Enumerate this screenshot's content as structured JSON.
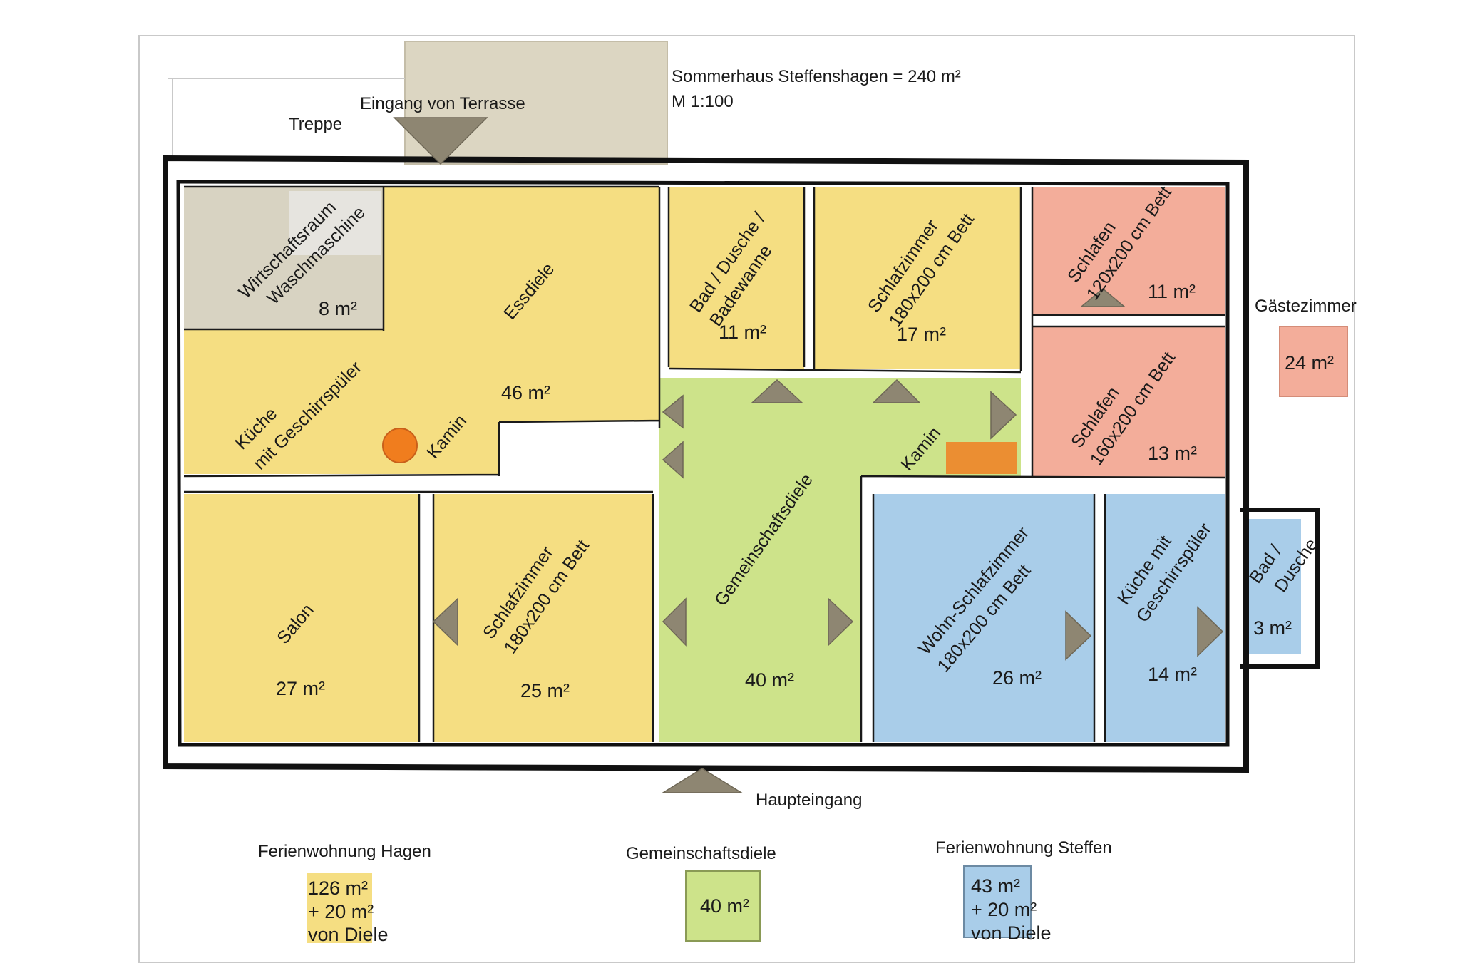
{
  "title": "Sommerhaus Steffenshagen = 240 m²",
  "scale": "M 1:100",
  "colors": {
    "hagen": "#f5de82",
    "shared": "#cde38a",
    "steffen": "#a9cde9",
    "guest": "#f3ad9a",
    "utility": "#d8d3c2",
    "terrace": "#dcd6c2",
    "arrow": "#8e8672",
    "fireplace_round": "#f07d1e",
    "fireplace_rect": "#eb8e32",
    "wall": "#111111"
  },
  "labels": {
    "treppe": "Treppe",
    "eingang_terrasse": "Eingang von Terrasse",
    "haupteingang": "Haupteingang",
    "gaestezimmer": "Gästezimmer"
  },
  "rooms": {
    "wirtschaftsraum": {
      "name1": "Wirtschaftsraum",
      "name2": "Waschmaschine",
      "area": "8 m²"
    },
    "essdiele": {
      "name": "Essdiele",
      "area": "46 m²"
    },
    "kueche_hagen": {
      "name1": "Küche",
      "name2": "mit Geschirrspüler"
    },
    "kamin_hagen": {
      "name": "Kamin"
    },
    "bad_dusche_badewanne": {
      "name1": "Bad / Dusche /",
      "name2": "Badewanne",
      "area": "11 m²"
    },
    "schlafzimmer_17": {
      "name1": "Schlafzimmer",
      "name2": "180x200 cm Bett",
      "area": "17 m²"
    },
    "schlafen_11": {
      "name1": "Schlafen",
      "name2": "120x200 cm Bett",
      "area": "11 m²"
    },
    "schlafen_13": {
      "name1": "Schlafen",
      "name2": "160x200 cm Bett",
      "area": "13 m²"
    },
    "kamin_diele": {
      "name": "Kamin"
    },
    "salon": {
      "name": "Salon",
      "area": "27 m²"
    },
    "schlafzimmer_25": {
      "name1": "Schlafzimmer",
      "name2": "180x200 cm Bett",
      "area": "25 m²"
    },
    "gemeinschaftsdiele": {
      "name": "Gemeinschaftsdiele",
      "area": "40 m²"
    },
    "wohn_schlafzimmer": {
      "name1": "Wohn-Schlafzimmer",
      "name2": "180x200 cm Bett",
      "area": "26 m²"
    },
    "kueche_steffen": {
      "name1": "Küche mit",
      "name2": "Geschirrspüler",
      "area": "14 m²"
    },
    "bad_dusche_small": {
      "name1": "Bad /",
      "name2": "Dusche",
      "area": "3 m²"
    },
    "gaestezimmer": {
      "area": "24 m²"
    }
  },
  "legend": {
    "hagen": {
      "title": "Ferienwohnung Hagen",
      "line1": "126 m²",
      "line2": "+ 20 m²",
      "line3": "von Diele"
    },
    "shared": {
      "title": "Gemeinschaftsdiele",
      "line1": "40 m²"
    },
    "steffen": {
      "title": "Ferienwohnung Steffen",
      "line1": "43 m²",
      "line2": "+ 20 m²",
      "line3": "von Diele"
    }
  }
}
